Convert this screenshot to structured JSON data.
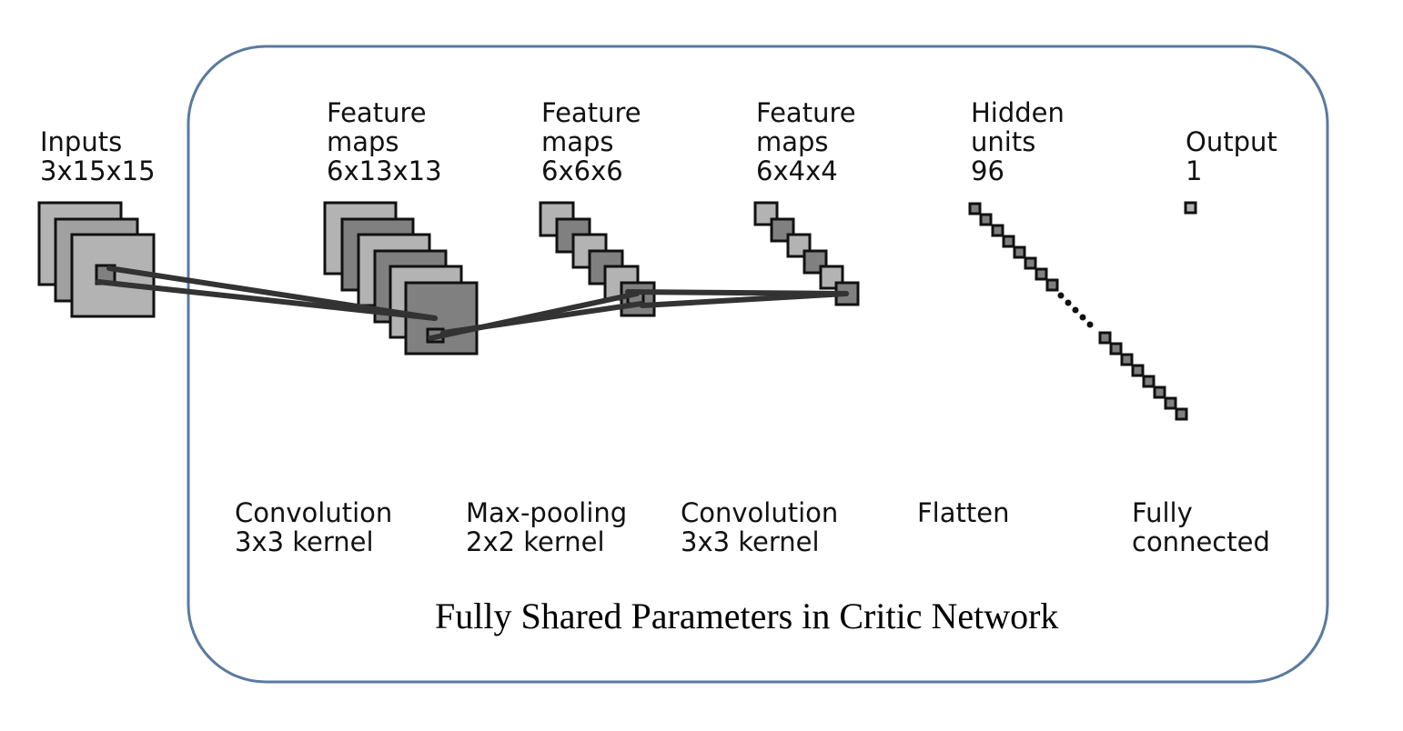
{
  "title": "Fully Shared Parameters in Critic Network",
  "colors": {
    "frame": "#5a7aa0",
    "map_light": "#b3b3b3",
    "map_dark": "#808080",
    "stroke": "#111111",
    "connector": "#333333"
  },
  "layers": [
    {
      "id": "inputs",
      "line1": "Inputs",
      "line2": "3x15x15",
      "line3": ""
    },
    {
      "id": "conv1-maps",
      "line1": "Feature",
      "line2": "maps",
      "line3": "6x13x13"
    },
    {
      "id": "pool-maps",
      "line1": "Feature",
      "line2": "maps",
      "line3": "6x6x6"
    },
    {
      "id": "conv2-maps",
      "line1": "Feature",
      "line2": "maps",
      "line3": "6x4x4"
    },
    {
      "id": "hidden",
      "line1": "Hidden",
      "line2": "units",
      "line3": "96"
    },
    {
      "id": "output",
      "line1": "Output",
      "line2": "1",
      "line3": ""
    }
  ],
  "operations": [
    {
      "id": "conv1",
      "line1": "Convolution",
      "line2": "3x3 kernel"
    },
    {
      "id": "pool",
      "line1": "Max-pooling",
      "line2": "2x2 kernel"
    },
    {
      "id": "conv2",
      "line1": "Convolution",
      "line2": "3x3 kernel"
    },
    {
      "id": "flatten",
      "line1": "Flatten",
      "line2": ""
    },
    {
      "id": "fc",
      "line1": "Fully",
      "line2": "connected"
    }
  ]
}
